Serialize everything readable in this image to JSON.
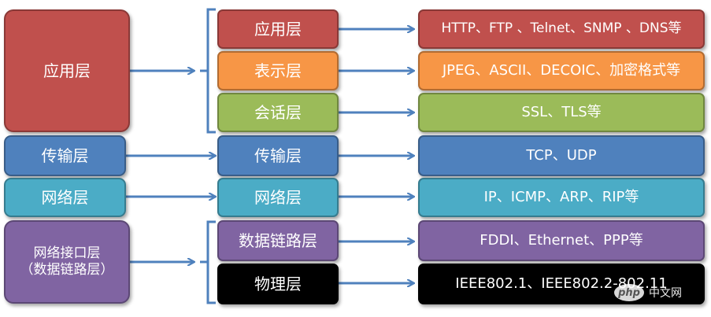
{
  "colors": {
    "red": "#c0504d",
    "orange": "#f79646",
    "green": "#9bbb59",
    "blue": "#4f81bd",
    "teal": "#4bacc6",
    "purple": "#8064a2",
    "black": "#000000",
    "arrow": "#4f81bd"
  },
  "tcpip_layers": [
    {
      "label": "应用层",
      "color": "red"
    },
    {
      "label": "传输层",
      "color": "blue"
    },
    {
      "label": "网络层",
      "color": "teal"
    },
    {
      "label": "网络接口层\n（数据链路层）",
      "color": "purple"
    }
  ],
  "osi_layers": [
    {
      "label": "应用层",
      "color": "red"
    },
    {
      "label": "表示层",
      "color": "orange"
    },
    {
      "label": "会话层",
      "color": "green"
    },
    {
      "label": "传输层",
      "color": "blue"
    },
    {
      "label": "网络层",
      "color": "teal"
    },
    {
      "label": "数据链路层",
      "color": "purple"
    },
    {
      "label": "物理层",
      "color": "black"
    }
  ],
  "protocols": [
    {
      "label": "HTTP、FTP 、Telnet、SNMP 、DNS等",
      "color": "red"
    },
    {
      "label": "JPEG、ASCII、DECOIC、加密格式等",
      "color": "orange"
    },
    {
      "label": "SSL、TLS等",
      "color": "green"
    },
    {
      "label": "TCP、UDP",
      "color": "blue"
    },
    {
      "label": "IP、ICMP、ARP、RIP等",
      "color": "teal"
    },
    {
      "label": "FDDI、Ethernet、PPP等",
      "color": "purple"
    },
    {
      "label": "IEEE802.1、IEEE802.2-802.11",
      "color": "black"
    }
  ],
  "watermark": {
    "logo": "php",
    "text": "中文网"
  }
}
